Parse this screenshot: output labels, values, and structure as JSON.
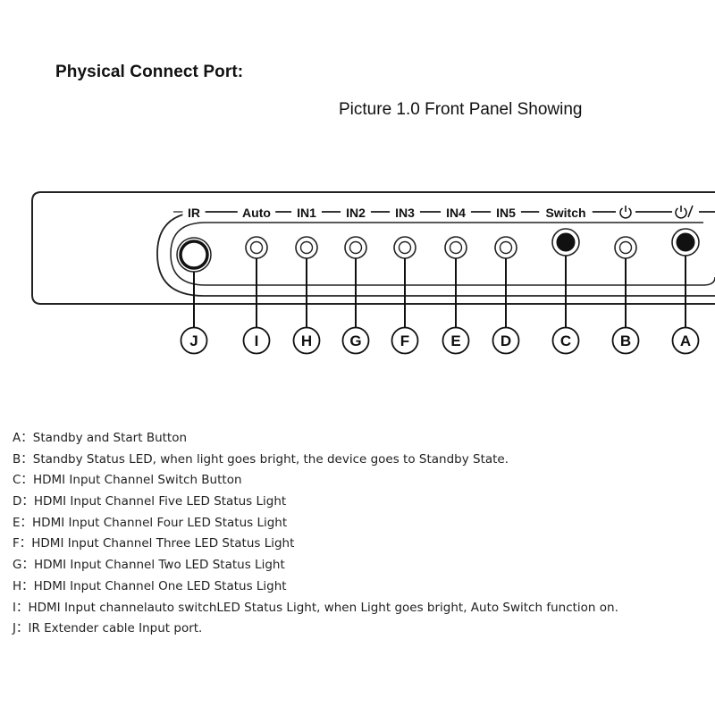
{
  "heading": "Physical Connect Port:",
  "caption": "Picture 1.0 Front Panel Showing",
  "panel": {
    "ports": [
      {
        "label": "IR",
        "letter": "J",
        "kind": "ir"
      },
      {
        "label": "Auto",
        "letter": "I",
        "kind": "led"
      },
      {
        "label": "IN1",
        "letter": "H",
        "kind": "led"
      },
      {
        "label": "IN2",
        "letter": "G",
        "kind": "led"
      },
      {
        "label": "IN3",
        "letter": "F",
        "kind": "led"
      },
      {
        "label": "IN4",
        "letter": "E",
        "kind": "led"
      },
      {
        "label": "IN5",
        "letter": "D",
        "kind": "led"
      },
      {
        "label": "Switch",
        "letter": "C",
        "kind": "button"
      },
      {
        "label": "",
        "letter": "B",
        "kind": "led",
        "icon": "standby-icon"
      },
      {
        "label": "",
        "letter": "A",
        "kind": "button",
        "icon": "power-icon"
      }
    ]
  },
  "legend": [
    {
      "key": "A：",
      "text": "Standby and Start Button"
    },
    {
      "key": "B：",
      "text": "Standby Status LED, when light goes bright, the device goes to Standby State."
    },
    {
      "key": "C：",
      "text": "HDMI Input Channel Switch Button"
    },
    {
      "key": "D：",
      "text": "HDMI Input Channel Five LED Status Light"
    },
    {
      "key": "E：",
      "text": "HDMI Input Channel Four LED Status Light"
    },
    {
      "key": "F：",
      "text": "HDMI Input Channel Three LED Status Light"
    },
    {
      "key": "G：",
      "text": "HDMI Input Channel Two LED Status Light"
    },
    {
      "key": "H：",
      "text": "HDMI Input Channel One LED Status Light"
    },
    {
      "key": "I：",
      "text": "HDMI Input channelauto switchLED Status Light, when Light goes bright, Auto Switch function on."
    },
    {
      "key": "J：",
      "text": "IR Extender cable Input port."
    }
  ]
}
